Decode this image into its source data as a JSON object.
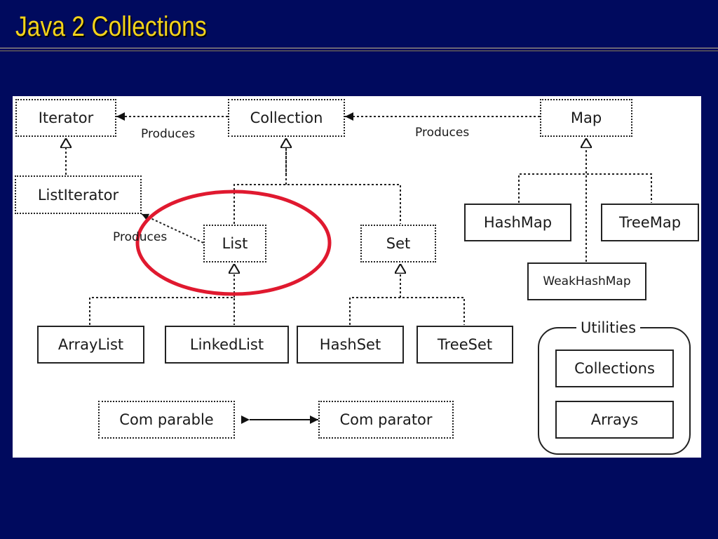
{
  "slide": {
    "title": "Java 2 Collections"
  },
  "diagram": {
    "nodes": {
      "iterator": "Iterator",
      "collection": "Collection",
      "map": "Map",
      "list_iterator": "ListIterator",
      "list": "List",
      "set": "Set",
      "hash_map": "HashMap",
      "tree_map": "TreeMap",
      "weak_hash_map": "WeakHashMap",
      "array_list": "ArrayList",
      "linked_list": "LinkedList",
      "hash_set": "HashSet",
      "tree_set": "TreeSet",
      "comparable": "Com parable",
      "comparator": "Com parator"
    },
    "utilities": {
      "label": "Utilities",
      "collections": "Collections",
      "arrays": "Arrays"
    },
    "edge_labels": {
      "collection_produces_iterator": "Produces",
      "map_produces_collection": "Produces",
      "list_produces_listiterator": "Produces"
    },
    "highlight_color": "#e0192f"
  }
}
